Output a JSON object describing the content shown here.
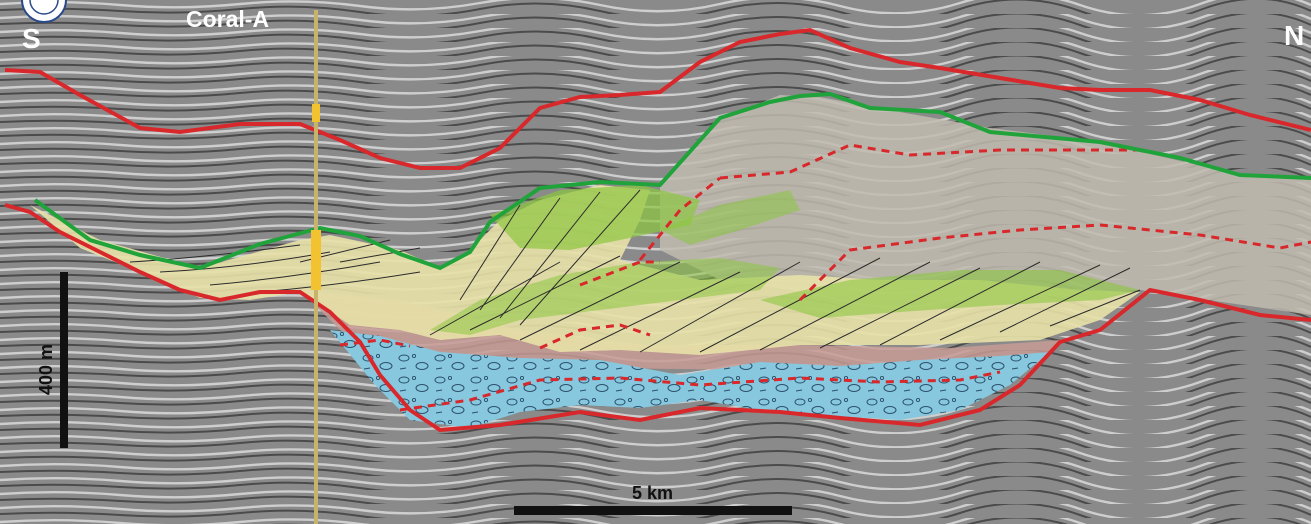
{
  "labels": {
    "left_direction": "S",
    "right_direction": "N",
    "well_name": "Coral-A",
    "vertical_scale": "400 m",
    "horizontal_scale": "5 km"
  },
  "colors": {
    "horizon_red": "#d8282b",
    "horizon_green": "#1fa33a",
    "mtd_blue": "#87c8df",
    "sand_yellow": "#e6dfa6",
    "reef_green": "#8cc63f",
    "shale_pink": "#c79a94",
    "fill_grey": "#bdb8ad",
    "well_line": "#c7b36a",
    "well_marker": "#f2c230"
  },
  "icons": {
    "logo": "institution-seal-icon"
  }
}
